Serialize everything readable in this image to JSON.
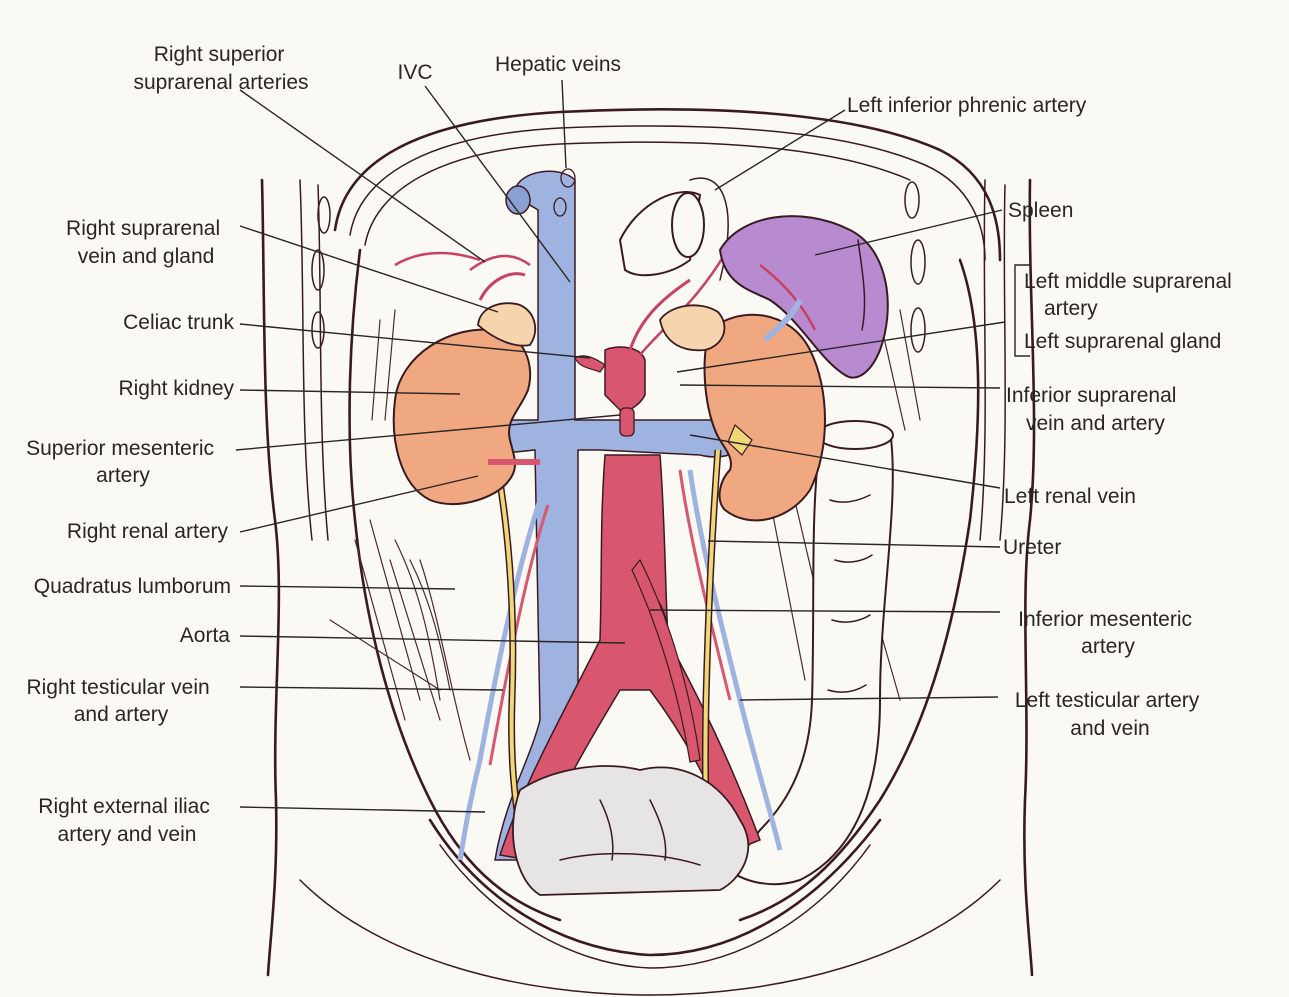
{
  "figure": {
    "subject": "Posterior abdominal wall: kidneys, suprarenal glands, great vessels",
    "colors": {
      "background": "#fbf9f4",
      "vein": "#9fb3e0",
      "artery": "#d9566f",
      "kidney": "#f0a880",
      "suprarenal_gland": "#f5d4ae",
      "spleen": "#b88ad0",
      "ureter": "#f0d878",
      "bladder": "#e6e4e4",
      "outline": "#3a1a20",
      "text": "#2a2526"
    }
  },
  "labels": {
    "left_side": [
      {
        "id": "right-superior-suprarenal-arteries",
        "lines": [
          "Right superior",
          "suprarenal arteries"
        ]
      },
      {
        "id": "right-suprarenal-vein-gland",
        "lines": [
          "Right suprarenal",
          "vein and gland"
        ]
      },
      {
        "id": "celiac-trunk",
        "lines": [
          "Celiac trunk"
        ]
      },
      {
        "id": "right-kidney",
        "lines": [
          "Right kidney"
        ]
      },
      {
        "id": "superior-mesenteric-artery",
        "lines": [
          "Superior mesenteric",
          "artery"
        ]
      },
      {
        "id": "right-renal-artery",
        "lines": [
          "Right renal artery"
        ]
      },
      {
        "id": "quadratus-lumborum",
        "lines": [
          "Quadratus lumborum"
        ]
      },
      {
        "id": "aorta",
        "lines": [
          "Aorta"
        ]
      },
      {
        "id": "right-testicular-vein-artery",
        "lines": [
          "Right testicular vein",
          "and artery"
        ]
      },
      {
        "id": "right-external-iliac",
        "lines": [
          "Right external iliac",
          "artery and vein"
        ]
      }
    ],
    "top": [
      {
        "id": "ivc",
        "lines": [
          "IVC"
        ]
      },
      {
        "id": "hepatic-veins",
        "lines": [
          "Hepatic veins"
        ]
      }
    ],
    "right_side": [
      {
        "id": "left-inferior-phrenic-artery",
        "lines": [
          "Left inferior phrenic artery"
        ]
      },
      {
        "id": "spleen",
        "lines": [
          "Spleen"
        ]
      },
      {
        "id": "left-middle-suprarenal-artery",
        "lines": [
          "Left middle suprarenal",
          "artery"
        ]
      },
      {
        "id": "left-suprarenal-gland",
        "lines": [
          "Left suprarenal gland"
        ]
      },
      {
        "id": "inferior-suprarenal-vein-artery",
        "lines": [
          "Inferior suprarenal",
          "vein and artery"
        ]
      },
      {
        "id": "left-renal-vein",
        "lines": [
          "Left renal vein"
        ]
      },
      {
        "id": "ureter",
        "lines": [
          "Ureter"
        ]
      },
      {
        "id": "inferior-mesenteric-artery",
        "lines": [
          "Inferior mesenteric",
          "artery"
        ]
      },
      {
        "id": "left-testicular-artery-vein",
        "lines": [
          "Left testicular artery",
          "and vein"
        ]
      }
    ]
  }
}
